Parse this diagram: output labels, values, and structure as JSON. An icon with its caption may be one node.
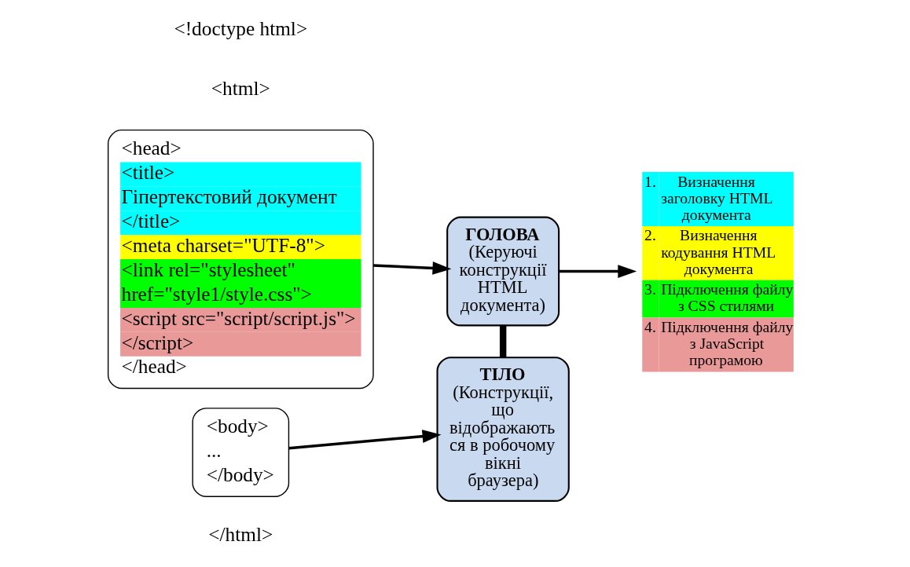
{
  "diagram": {
    "nodes": [
      {
        "text": [
          "<head>",
          "<title>",
          "Гіпертекстовий документ",
          "</title>",
          "<meta charset=\"UTF-8\">",
          "<link rel=\"stylesheet\"",
          "href=\"style1/style.css\">",
          "<script src=\"script/script.js\">",
          "</script>",
          "</head>"
        ]
      },
      {
        "text": [
          "<body>",
          "...",
          "</body>"
        ]
      },
      {
        "text": [
          "ГОЛОВА",
          "(Керуючі конструкції HTML документа)"
        ]
      },
      {
        "text": [
          "ТІЛО",
          "(Конструкції, що відображають ся в робочому вікні браузера)"
        ]
      },
      {
        "text": [
          "1.",
          "Визначення заголовку HTML документа",
          "2.",
          "Визначення кодування HTML документа",
          "3.",
          "Підключення файлу з CSS стилями",
          "4.",
          "Підключення файлу з JavaScript програмою"
        ]
      }
    ],
    "edges": [
      {
        "from": 0,
        "to": 2,
        "arrow": "to"
      },
      {
        "from": 1,
        "to": 3,
        "arrow": "to"
      },
      {
        "from": 2,
        "to": 3,
        "arrow": "none",
        "style": "thick"
      },
      {
        "from": 2,
        "to": 4,
        "arrow": "to"
      }
    ],
    "labels": [
      "<!doctype html>",
      "<html>",
      "</html>"
    ]
  }
}
